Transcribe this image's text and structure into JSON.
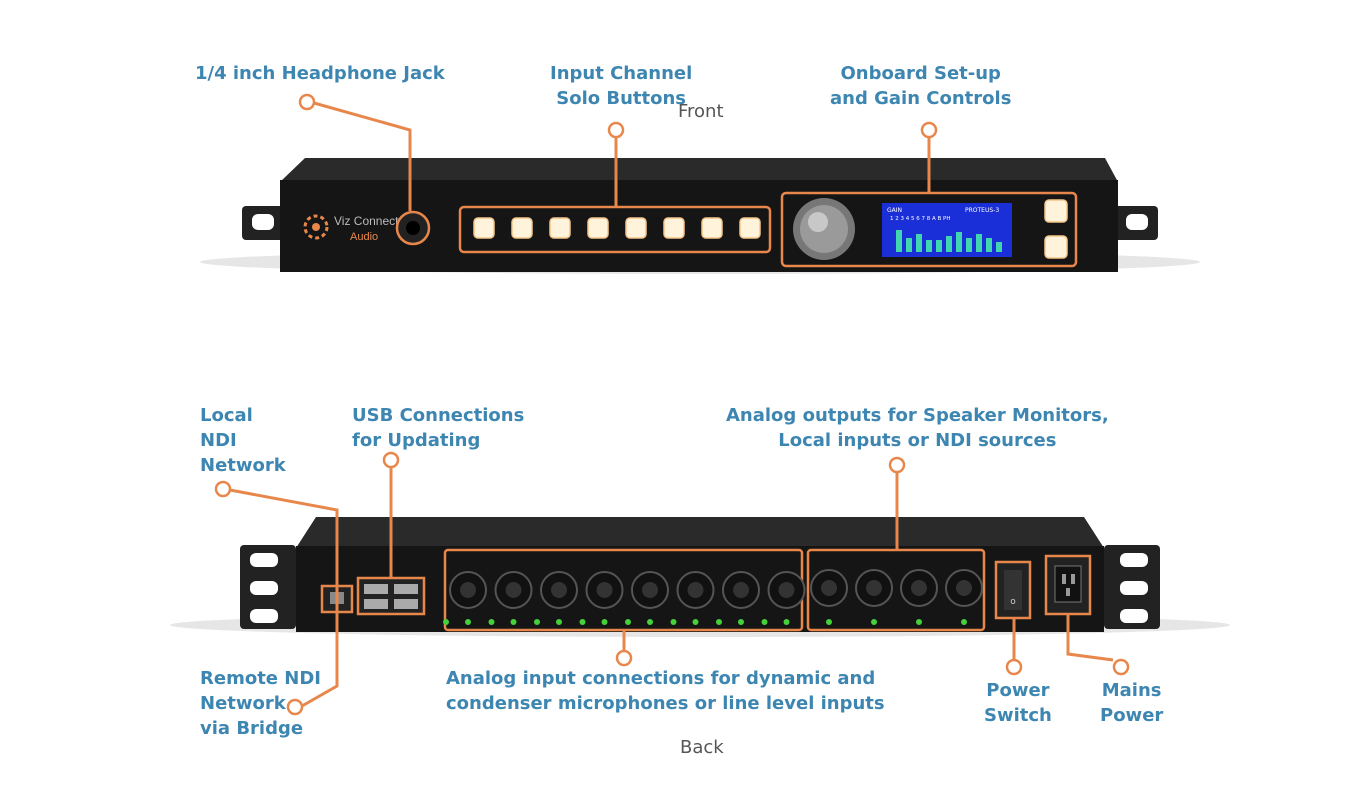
{
  "captions": {
    "front": "Front",
    "back": "Back"
  },
  "front_callouts": {
    "headphone": "1/4 inch Headphone Jack",
    "solo": "Input Channel\nSolo Buttons",
    "setup": "Onboard Set-up\nand Gain Controls"
  },
  "back_callouts": {
    "local_ndi": "Local\nNDI\nNetwork",
    "usb": "USB Connections\nfor Updating",
    "analog_out": "Analog outputs for Speaker Monitors,\nLocal inputs or NDI sources",
    "remote_ndi": "Remote NDI\nNetwork\nvia Bridge",
    "analog_in": "Analog input connections for dynamic and\ncondenser microphones or line level inputs",
    "power_switch": "Power\nSwitch",
    "mains": "Mains\nPower"
  },
  "device": {
    "brand": "Viz Connect",
    "model_sub": "Audio",
    "screen_left": "GAIN",
    "screen_right": "PROTEUS-3",
    "screen_channels": "1  2  3  4  5  6  7  8  A  B  PH"
  },
  "colors": {
    "callout_text": "#3d86b1",
    "callout_line": "#e8874b",
    "chassis": "#1b1b1b"
  }
}
